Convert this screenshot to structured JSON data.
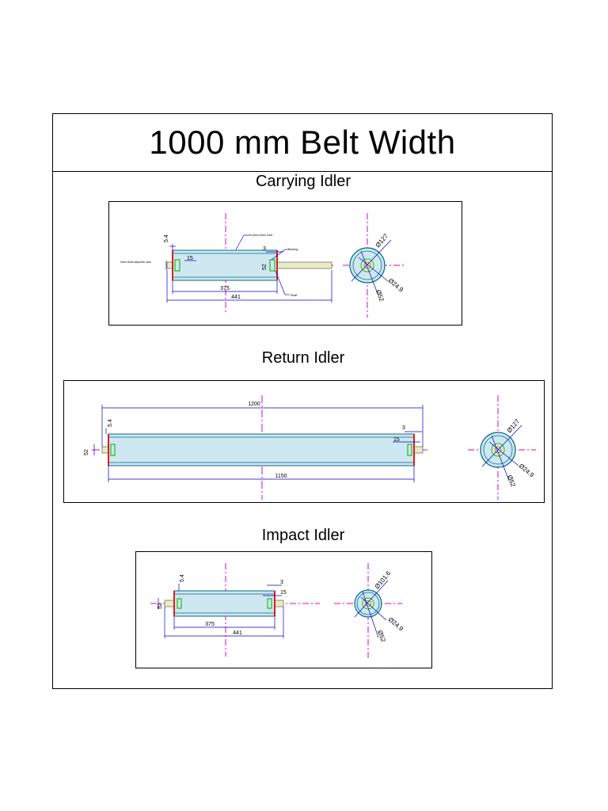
{
  "title": "1000 mm Belt Width",
  "colors": {
    "dimension": "#0000cc",
    "centerline": "#e000c8",
    "end_plate": "#e01b1b",
    "bearing": "#22bb22",
    "tube": "#0a6a8a",
    "tube_fill": "#cde8f0",
    "shaft_fill": "#e8ead0"
  },
  "sections": [
    {
      "id": "carrying",
      "label": "Carrying Idler",
      "dims": {
        "d1": "5.4",
        "d2": "3",
        "d3": "15",
        "d4": "52",
        "d5": "375",
        "d6": "441"
      },
      "diameters": {
        "outer": "Ø127",
        "shaft": "Ø24.9",
        "bearing": "Ø52"
      },
      "notes": {
        "tube": "5.4mm thick Tube",
        "bearing": "Bearing",
        "seal": "3mm thick labyrinth seal",
        "shaft": "Shaft"
      }
    },
    {
      "id": "return",
      "label": "Return Idler",
      "dims": {
        "d1": "1200",
        "d2": "5.4",
        "d3": "3",
        "d4": "15",
        "d5": "52",
        "d6": "1150"
      },
      "diameters": {
        "outer": "Ø127",
        "shaft": "Ø24.9",
        "bearing": "Ø52"
      }
    },
    {
      "id": "impact",
      "label": "Impact Idler",
      "dims": {
        "d1": "5.4",
        "d2": "3",
        "d3": "15",
        "d4": "52",
        "d5": "375",
        "d6": "441"
      },
      "diameters": {
        "outer": "Ø101.6",
        "shaft": "Ø24.9",
        "bearing": "Ø52"
      }
    }
  ]
}
